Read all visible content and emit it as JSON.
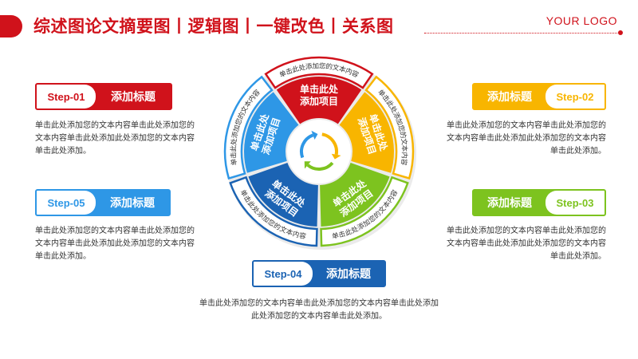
{
  "header": {
    "title": "综述图论文摘要图丨逻辑图丨一键改色丨关系图",
    "logo": "YOUR LOGO"
  },
  "colors": {
    "red": "#d0121b",
    "yellow": "#f8b500",
    "green": "#7dc31f",
    "blue_dark": "#1b63b3",
    "blue_light": "#2e97e6"
  },
  "steps": [
    {
      "num": "Step-01",
      "label": "添加标题",
      "desc": "单击此处添加您的文本内容单击此处添加您的文本内容单击此处添加此处添加您的文本内容单击此处添加。"
    },
    {
      "num": "Step-02",
      "label": "添加标题",
      "desc": "单击此处添加您的文本内容单击此处添加您的文本内容单击此处添加此处添加您的文本内容单击此处添加。"
    },
    {
      "num": "Step-03",
      "label": "添加标题",
      "desc": "单击此处添加您的文本内容单击此处添加您的文本内容单击此处添加此处添加您的文本内容单击此处添加。"
    },
    {
      "num": "Step-04",
      "label": "添加标题",
      "desc": "单击此处添加您的文本内容单击此处添加您的文本内容单击此处添加此处添加您的文本内容单击此处添加。"
    },
    {
      "num": "Step-05",
      "label": "添加标题",
      "desc": "单击此处添加您的文本内容单击此处添加您的文本内容单击此处添加此处添加您的文本内容单击此处添加。"
    }
  ],
  "wheel": {
    "segments": [
      {
        "title_line1": "单击此处",
        "title_line2": "添加项目",
        "ring_text": "单击此处添加您的文本内容"
      },
      {
        "title_line1": "单击此处",
        "title_line2": "添加项目",
        "ring_text": "单击此处添加您的文本内容"
      },
      {
        "title_line1": "单击此处",
        "title_line2": "添加项目",
        "ring_text": "单击此处添加您的文本内容"
      },
      {
        "title_line1": "单击此处",
        "title_line2": "添加项目",
        "ring_text": "单击此处添加您的文本内容"
      },
      {
        "title_line1": "单击此处",
        "title_line2": "添加项目",
        "ring_text": "单击此处添加您的文本内容"
      }
    ]
  }
}
